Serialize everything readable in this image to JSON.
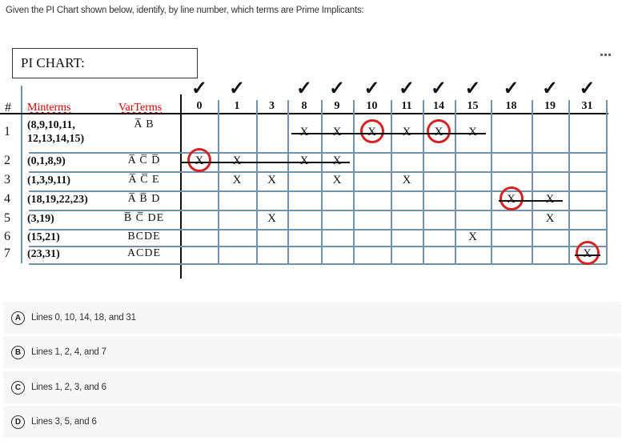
{
  "question": "Given the PI Chart shown below, identify, by line number, which terms are Prime Implicants:",
  "more_icon": "ellipsis-icon",
  "pi_chart": {
    "title": "PI CHART:",
    "headers": {
      "hash": "#",
      "minterms": "Minterms",
      "varterms": "VarTerms"
    },
    "columns": [
      "0",
      "1",
      "3",
      "8",
      "9",
      "10",
      "11",
      "14",
      "15",
      "18",
      "19",
      "31"
    ],
    "checked_columns": [
      "0",
      "1",
      "8",
      "9",
      "10",
      "11",
      "14",
      "15",
      "18",
      "19",
      "31"
    ],
    "check_glyph": "✓",
    "rows": [
      {
        "num": "1",
        "minterms_line1": "(8,9,10,11,",
        "minterms_line2": "12,13,14,15)",
        "varterms": "A̅ B",
        "marks": [
          "8",
          "9",
          "10",
          "11",
          "14",
          "15"
        ],
        "circled": [
          "10",
          "14"
        ],
        "struck": true
      },
      {
        "num": "2",
        "minterms_line1": "(0,1,8,9)",
        "varterms": "A̅ C̅ D̅",
        "marks": [
          "0",
          "1",
          "8",
          "9"
        ],
        "circled": [
          "0"
        ],
        "struck": true
      },
      {
        "num": "3",
        "minterms_line1": "(1,3,9,11)",
        "varterms": "A̅ C̅ E",
        "marks": [
          "1",
          "3",
          "9",
          "11"
        ],
        "circled": [],
        "struck": false
      },
      {
        "num": "4",
        "minterms_line1": "(18,19,22,23)",
        "varterms": "A̅ B̅ D",
        "marks": [
          "18",
          "19"
        ],
        "circled": [
          "18"
        ],
        "struck": true
      },
      {
        "num": "5",
        "minterms_line1": "(3,19)",
        "varterms": "B̅ C̅ DE",
        "marks": [
          "3",
          "19"
        ],
        "circled": [],
        "struck": false
      },
      {
        "num": "6",
        "minterms_line1": "(15,21)",
        "varterms": "BCDE",
        "marks": [
          "15"
        ],
        "circled": [],
        "struck": false
      },
      {
        "num": "7",
        "minterms_line1": "(23,31)",
        "varterms": "ACDE",
        "marks": [
          "31"
        ],
        "circled": [
          "31"
        ],
        "struck": true
      }
    ],
    "mark_glyph": "X",
    "colors": {
      "grid": "#6f93ad",
      "circle": "#d42323",
      "header_text": "#cc0000"
    }
  },
  "options": [
    {
      "letter": "A",
      "text": "Lines 0, 10, 14, 18, and 31"
    },
    {
      "letter": "B",
      "text": "Lines 1, 2, 4, and 7"
    },
    {
      "letter": "C",
      "text": "Lines 1, 2, 3, and 6"
    },
    {
      "letter": "D",
      "text": "Lines 3, 5, and 6"
    }
  ]
}
